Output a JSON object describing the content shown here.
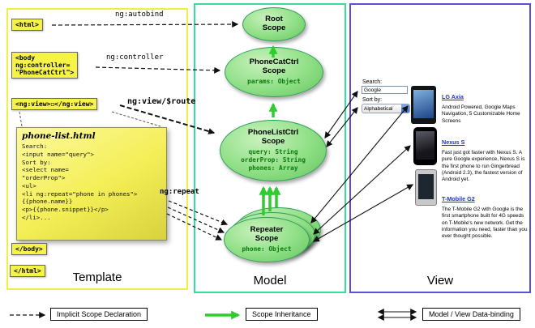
{
  "colors": {
    "template_border": "#f2ee45",
    "model_border": "#35dd9f",
    "view_border": "#5b4fd8",
    "codebox_bg": "#f6f347",
    "scope_border": "#2da05a",
    "prop_text": "#0a7a0a",
    "inheritance_arrow": "#2ecc2e",
    "link_blue": "#1a35cc"
  },
  "panels": {
    "template_label": "Template",
    "model_label": "Model",
    "view_label": "View"
  },
  "template": {
    "html_open": "<html>",
    "body_open": "<body\nng:controller=\n\"PhoneCatCtrl\">",
    "ng_view": "<ng:view>◻</ng:view>",
    "body_close": "</body>",
    "html_close": "</html>",
    "note_title": "phone-list.html",
    "note_code": [
      "Search:",
      "<input name=\"query\">",
      "Sort by:",
      "<select name=",
      "\"orderProp\">",
      "<ul>",
      "<li ng:repeat=\"phone in phones\">",
      "{{phone.name}}",
      "<p>{{phone.snippet}}</p>",
      "</li>..."
    ]
  },
  "arrow_labels": {
    "autobind": "ng:autobind",
    "controller": "ng:controller",
    "view_route": "ng:view/$route",
    "repeat": "ng:repeat"
  },
  "model": {
    "root": {
      "title": "Root\nScope"
    },
    "phonecat": {
      "title": "PhoneCatCtrl\nScope",
      "props": [
        "params: Object"
      ]
    },
    "phonelist": {
      "title": "PhoneListCtrl\nScope",
      "props": [
        "query: String",
        "orderProp: String",
        "phones: Array"
      ]
    },
    "repeater": {
      "title": "Repeater\nScope",
      "props": [
        "phone: Object"
      ]
    }
  },
  "view": {
    "search_label": "Search:",
    "search_value": "Google",
    "sort_label": "Sort by:",
    "sort_value": "Alphabetical",
    "listings": [
      {
        "title": "LG Axia",
        "description": "Android Powered, Google Maps Navigation, 5 Customizable Home Screens"
      },
      {
        "title": "Nexus S",
        "description": "Fast just got faster with Nexus S. A pure Google experience, Nexus S is the first phone to run Gingerbread (Android 2.3), the fastest version of Android yet."
      },
      {
        "title": "T-Mobile G2",
        "description": "The T-Mobile G2 with Google is the first smartphone built for 4G speeds on T-Mobile's new network. Get the information you need, faster than you ever thought possible."
      }
    ]
  },
  "legend": [
    {
      "label": "Implicit Scope Declaration"
    },
    {
      "label": "Scope Inheritance"
    },
    {
      "label": "Model / View Data-binding"
    }
  ]
}
